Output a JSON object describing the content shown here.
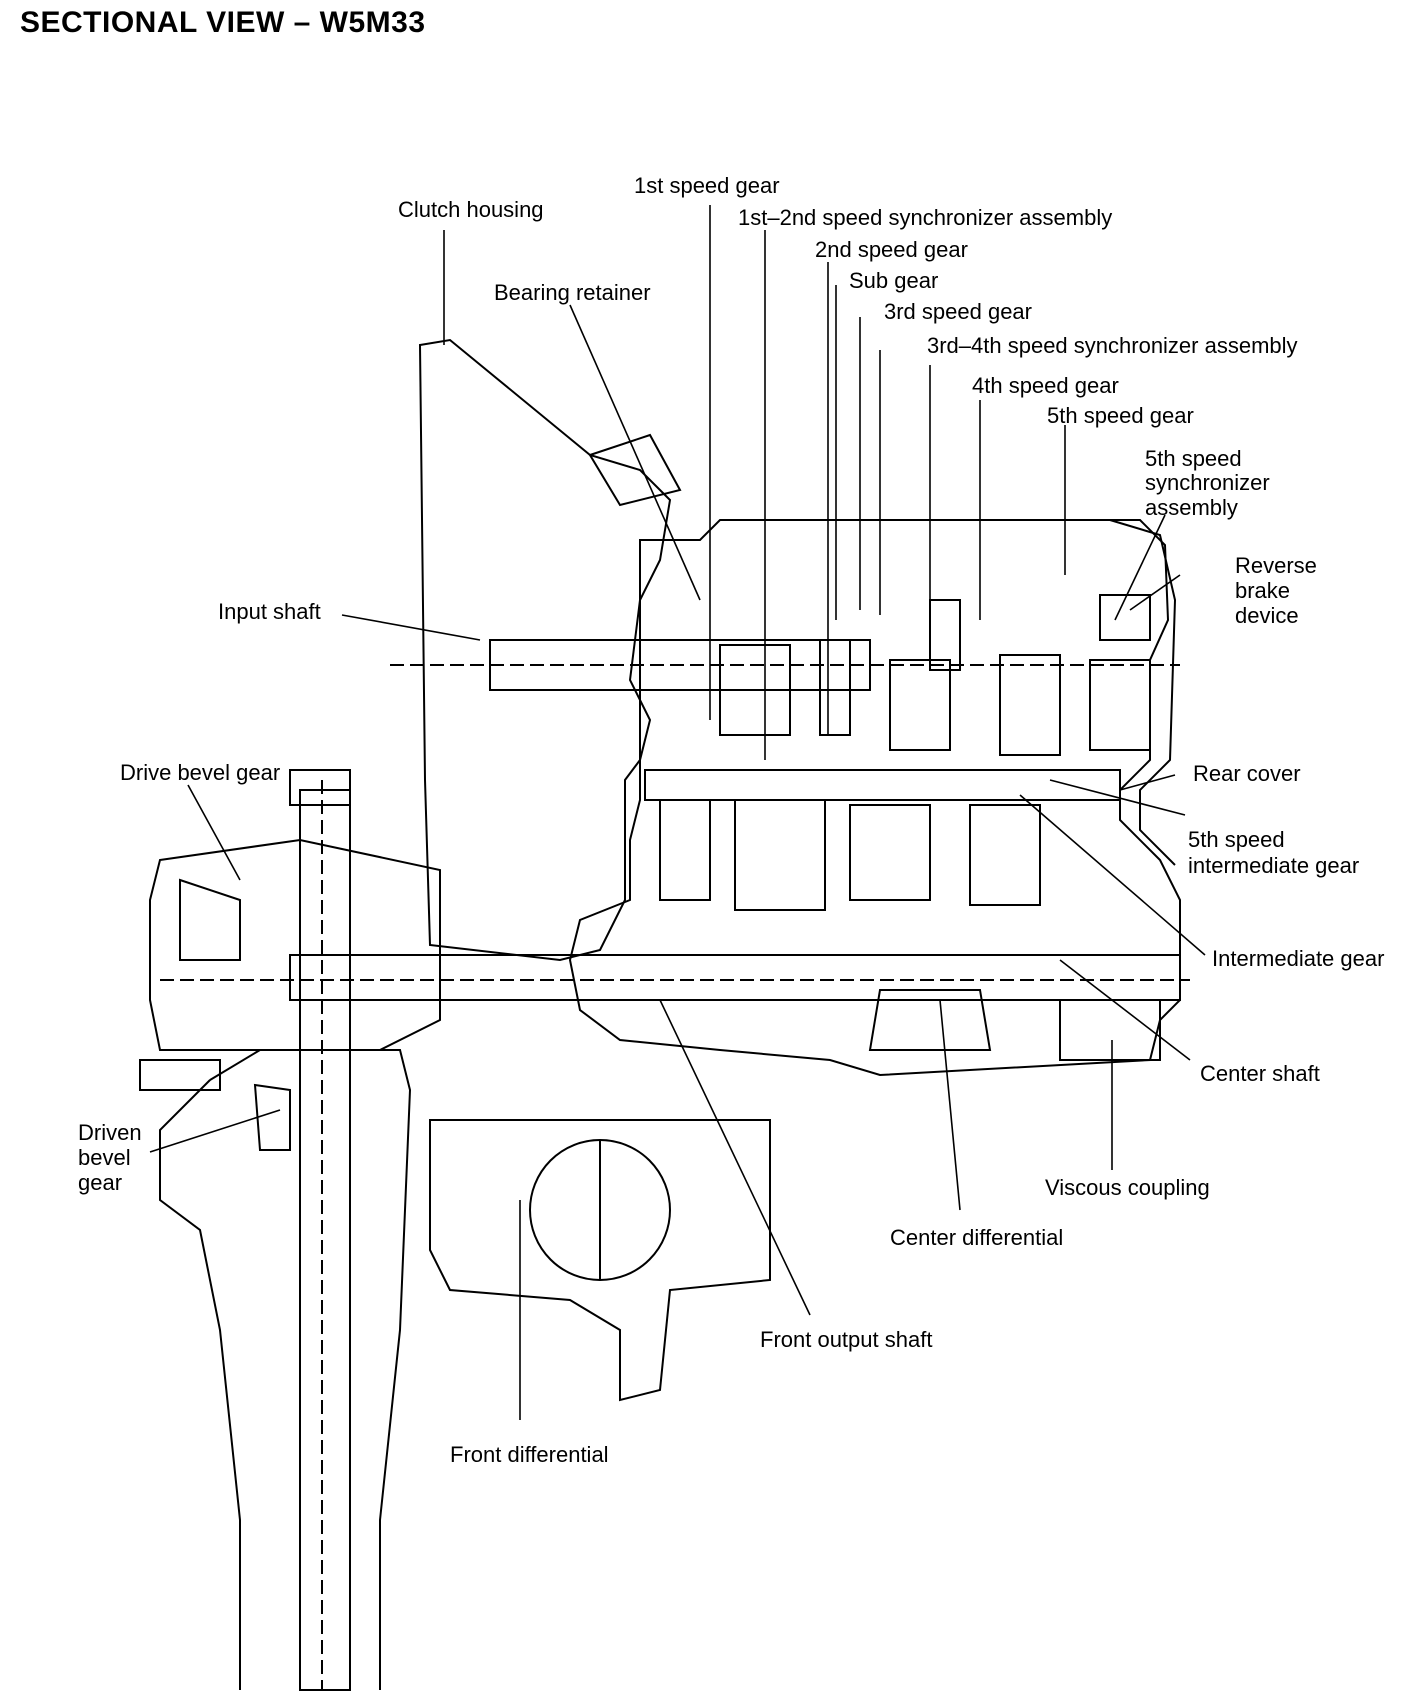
{
  "page": {
    "title": "SECTIONAL VIEW – W5M33"
  },
  "labels": {
    "clutch_housing": "Clutch housing",
    "first_speed_gear": "1st speed gear",
    "synchro_12": "1st–2nd speed synchronizer assembly",
    "second_speed_gear": "2nd speed gear",
    "sub_gear": "Sub gear",
    "third_speed_gear": "3rd speed gear",
    "synchro_34": "3rd–4th speed synchronizer assembly",
    "fourth_speed_gear": "4th speed gear",
    "fifth_speed_gear": "5th speed gear",
    "synchro_5": [
      "5th speed",
      "synchronizer",
      "assembly"
    ],
    "reverse_brake": [
      "Reverse",
      "brake",
      "device"
    ],
    "bearing_retainer": "Bearing retainer",
    "input_shaft": "Input shaft",
    "drive_bevel_gear": "Drive bevel gear",
    "rear_cover": "Rear cover",
    "fifth_intermediate": [
      "5th speed",
      "intermediate gear"
    ],
    "intermediate_gear": "Intermediate gear",
    "center_shaft": "Center shaft",
    "driven_bevel_gear": [
      "Driven",
      "bevel",
      "gear"
    ],
    "viscous_coupling": "Viscous coupling",
    "center_differential": "Center differential",
    "front_output_shaft": "Front output shaft",
    "front_differential": "Front differential"
  }
}
